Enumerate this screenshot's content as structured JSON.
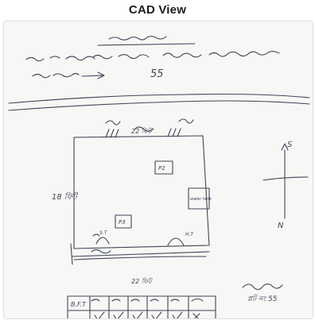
{
  "header": {
    "title": "CAD View"
  },
  "sketch": {
    "plot_number_label": "55",
    "dimensions": {
      "top": "22 ফিট",
      "bottom": "22 ফিট",
      "left": "18 ফিট"
    },
    "north_arrow": {
      "top": "S",
      "bottom": "N"
    },
    "room_labels": {
      "upper": "P2",
      "center": "P3",
      "right_box": "water tank"
    },
    "corner_marks": {
      "bottom_left": "S.T",
      "bottom_right": "H.T"
    },
    "table_headers": [
      "B.F.T",
      "",
      "",
      "",
      "",
      "",
      ""
    ],
    "signature_note": "প্লট নং 55"
  },
  "colors": {
    "ink": "#3f4658",
    "paper": "#f7f7f5"
  }
}
